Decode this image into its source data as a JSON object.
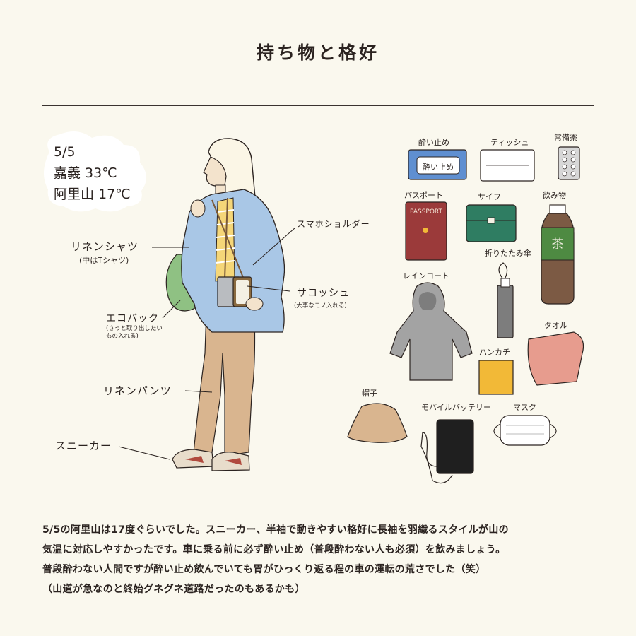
{
  "header": {
    "title": "持ち物と格好"
  },
  "weather": {
    "date": "5/5",
    "line1": "嘉義 33℃",
    "line2": "阿里山 17℃"
  },
  "outfit_labels": {
    "linen_shirt": "リネンシャツ",
    "linen_shirt_note": "(中はTシャツ)",
    "smartphone_shoulder": "スマホショルダー",
    "sacoche": "サコッシュ",
    "sacoche_note": "(大事なモノ入れる)",
    "eco_bag": "エコバック",
    "eco_bag_note_1": "(さっと取り出したい",
    "eco_bag_note_2": "もの入れる)",
    "linen_pants": "リネンパンツ",
    "sneakers": "スニーカー"
  },
  "items": {
    "motion_sickness_med": "酔い止め",
    "motion_sickness_box": "酔い止め",
    "tissue": "ティッシュ",
    "regular_meds": "常備薬",
    "passport": "パスポート",
    "passport_cover": "PASSPORT",
    "wallet": "サイフ",
    "drink": "飲み物",
    "drink_label": "茶",
    "folding_umbrella": "折りたたみ傘",
    "rain_coat": "レインコート",
    "towel": "タオル",
    "handkerchief": "ハンカチ",
    "hat": "帽子",
    "mobile_battery": "モバイルバッテリー",
    "mask": "マスク"
  },
  "caption": {
    "line1": "5/5の阿里山は17度ぐらいでした。スニーカー、半袖で動きやすい格好に長袖を羽織るスタイルが山の",
    "line2": "気温に対応しやすかったです。車に乗る前に必ず酔い止め（普段酔わない人も必須）を飲みましょう。",
    "line3": "普段酔わない人間ですが酔い止め飲んでいても胃がひっくり返る程の車の運転の荒さでした（笑）",
    "line4": "（山道が急なのと終始グネグネ道路だったのもあるかも）"
  },
  "colors": {
    "background": "#faf8ee",
    "shirt": "#a9c7e6",
    "pants": "#d9b58f",
    "eco_bag": "#8fc183",
    "passport": "#9b3a3a",
    "wallet": "#2f7d62",
    "towel": "#e79c8e",
    "handkerchief": "#f2b937",
    "rain_coat": "#a3a3a3",
    "tea_bottle": "#4e8a42",
    "med_box": "#5f8fd1"
  }
}
